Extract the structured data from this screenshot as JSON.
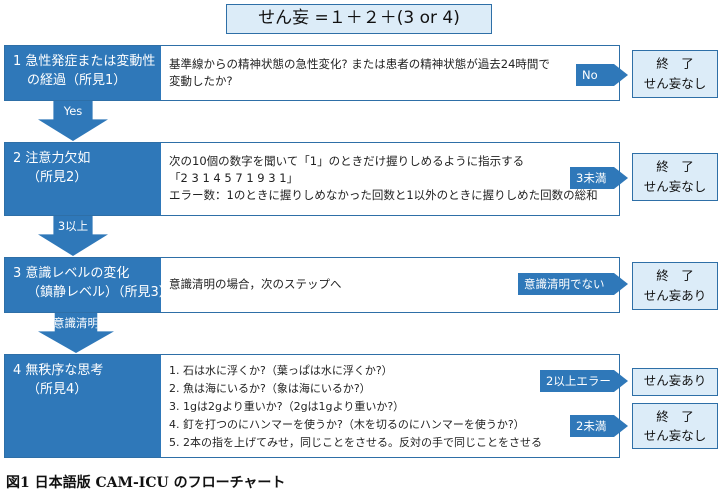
{
  "formula": "せん妄 =１＋２＋(3 or 4)",
  "steps": [
    {
      "label": [
        "1  急性発症または変動性",
        "の経過（所見1）"
      ],
      "body": [
        "基準線からの精神状態の急性変化? または患者の精神状態が過去24時間で",
        "変動したか?"
      ],
      "exit_arrow": "No",
      "result": [
        "終　了",
        "せん妄なし"
      ]
    },
    {
      "label": [
        "2  注意力欠如",
        "（所見2）"
      ],
      "body": [
        "次の10個の数字を聞いて「1」のときだけ握りしめるように指示する",
        "「2 3 1 4 5 7 1 9 3 1」",
        "エラー数：1のときに握りしめなかった回数と1以外のときに握りしめた回数の総和"
      ],
      "exit_arrow": "3未満",
      "result": [
        "終　了",
        "せん妄なし"
      ]
    },
    {
      "label": [
        "3  意識レベルの変化",
        "（鎮静レベル）（所見3）"
      ],
      "body": [
        "意識清明の場合，次のステップへ"
      ],
      "exit_arrow": "意識清明でない",
      "result": [
        "終　了",
        "せん妄あり"
      ]
    },
    {
      "label": [
        "4  無秩序な思考",
        "（所見4）"
      ],
      "body": [
        "1. 石は水に浮くか?（葉っぱは水に浮くか?）",
        "2. 魚は海にいるか?（象は海にいるか?）",
        "3. 1gは2gより重いか?（2gは1gより重いか?）",
        "4. 釘を打つのにハンマーを使うか?（木を切るのにハンマーを使うか?）",
        "5. 2本の指を上げてみせ，同じことをさせる。反対の手で同じことをさせる"
      ],
      "exit_arrows": [
        "2以上エラー",
        "2未満"
      ],
      "results": [
        [
          "せん妄あり"
        ],
        [
          "終　了",
          "せん妄なし"
        ]
      ]
    }
  ],
  "transitions": [
    "Yes",
    "3以上",
    "意識清明"
  ],
  "caption": "図1  日本語版 CAM-ICU のフローチャート"
}
